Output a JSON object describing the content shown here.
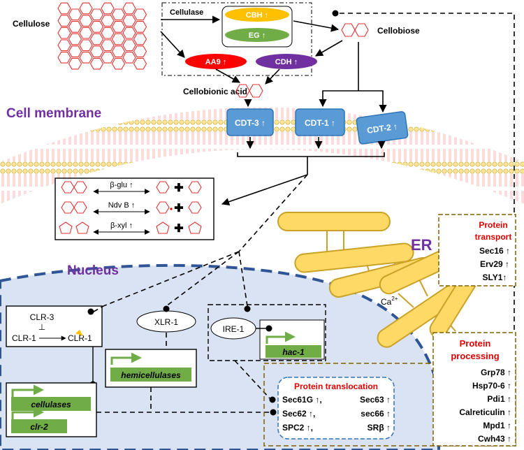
{
  "cellulose": "Cellulose",
  "cellulase": "Cellulase",
  "cbh": "CBH ↑",
  "eg": "EG ↑",
  "aa9": "AA9 ↑",
  "cdh": "CDH ↑",
  "cellobiose": "Cellobiose",
  "cellobionic_acid": "Cellobionic acid",
  "cell_membrane": "Cell membrane",
  "transporters": [
    "CDT-3 ↑",
    "CDT-1 ↑",
    "CDT-2 ↑"
  ],
  "hydrolysis": [
    {
      "label": "β-glu ↑"
    },
    {
      "label": "Ndv B ↑"
    },
    {
      "label": "β-xyl ↑"
    }
  ],
  "plus": "✚",
  "er": "ER",
  "ca": "Ca",
  "ca_sup": "2+",
  "nucleus": "Nucleus",
  "clr3": "CLR-3",
  "inhibit": "⊥",
  "clr1_left": "CLR-1",
  "clr1_right": "CLR-1",
  "xlr1": "XLR-1",
  "ire1": "IRE-1",
  "hac1": "hac-1",
  "hemicellulases": "hemicellulases",
  "cellulases": "cellulases",
  "clr2": "clr-2",
  "protein_transport": {
    "title": [
      "Protein",
      "transport"
    ],
    "items": [
      "Sec16 ↑",
      "Erv29 ↑",
      "SLY1↑"
    ]
  },
  "protein_processing": {
    "title": [
      "Protein",
      "processing"
    ],
    "items": [
      "Grp78 ↑",
      "Hsp70-6 ↑",
      "Pdi1 ↑",
      "Calreticulin ↑",
      "Mpd1 ↑",
      "Cwh43 ↑"
    ]
  },
  "protein_translocation": {
    "title": "Protein translocation",
    "items": [
      "Sec61G ↑,",
      "Sec63 ↑",
      "Sec62 ↑,",
      "sec66 ↑",
      "SPC2 ↑,",
      "SRβ ↑"
    ]
  },
  "colors": {
    "cbh": "#ffc000",
    "eg": "#70ad47",
    "aa9": "#ff0000",
    "cdh": "#7030a0",
    "transporter": "#5b9bd5",
    "gene": "#70ad47",
    "er": "#ffd966",
    "nucleus_fill": "#dae3f3",
    "nucleus_border": "#2f5597",
    "accent_red": "#e00000",
    "accent_purple": "#7030a0"
  }
}
